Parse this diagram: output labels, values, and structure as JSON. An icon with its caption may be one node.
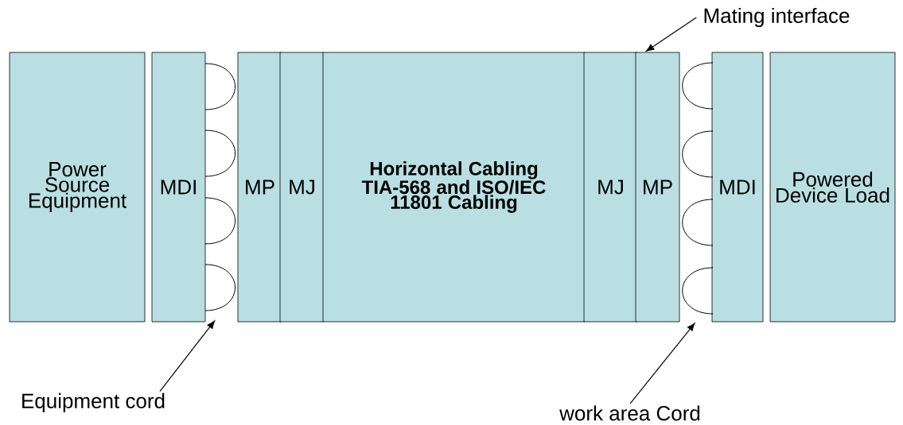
{
  "diagram": {
    "nodes": [
      {
        "text": [
          "Power Source Equipment"
        ]
      },
      {
        "text": [
          "MDI"
        ]
      },
      {
        "text": [
          "MP"
        ]
      },
      {
        "text": [
          "MJ"
        ]
      },
      {
        "text": [
          "Horizontal Cabling TIA-568 and ISO/IEC 11801 Cabling"
        ]
      },
      {
        "text": [
          "MJ"
        ]
      },
      {
        "text": [
          "MP"
        ]
      },
      {
        "text": [
          "MDI"
        ]
      },
      {
        "text": [
          "Powered Device Load"
        ]
      },
      {
        "text": [],
        "shape": "picture"
      },
      {
        "text": [],
        "shape": "picture"
      },
      {
        "text": [
          "Mating interface"
        ]
      },
      {
        "text": [
          "Equipment cord"
        ]
      },
      {
        "text": [
          "work area Cord"
        ]
      }
    ],
    "edges": [
      {
        "from": 12,
        "to": 9,
        "arrow": "to"
      },
      {
        "from": 11,
        "to": 6,
        "arrow": "to"
      },
      {
        "from": 13,
        "to": 10,
        "arrow": "to"
      }
    ]
  }
}
